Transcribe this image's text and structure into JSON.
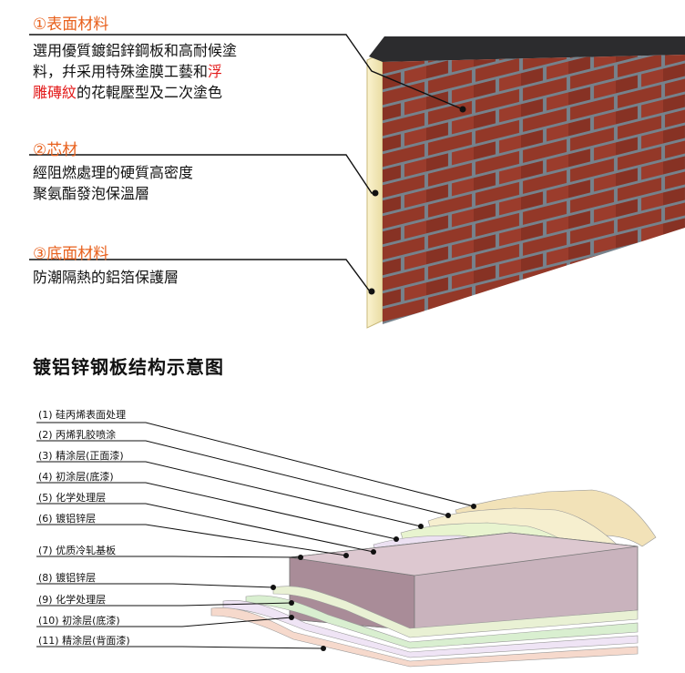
{
  "panel": {
    "sections": [
      {
        "title": "①表面材料",
        "lines": [
          "選用優質鍍鋁鋅鋼板和高耐候塗",
          "料，幷采用特殊塗膜工藝和",
          "雕磚紋",
          "的花輥壓型及二次塗色"
        ],
        "highlight_a": "浮",
        "highlight_b": "雕磚紋"
      },
      {
        "title": "②芯材",
        "lines": [
          "經阻燃處理的硬質高密度",
          "聚氨酯發泡保溫層"
        ]
      },
      {
        "title": "③底面材料",
        "lines": [
          "防潮隔熱的鋁箔保護層"
        ]
      }
    ]
  },
  "diagram": {
    "heading": "镀铝锌钢板结构示意图",
    "layers": [
      "(1) 硅丙烯表面处理",
      "(2) 丙烯乳胶喷涂",
      "(3) 精涂层(正面漆)",
      "(4) 初涂层(底漆)",
      "(5) 化学处理层",
      "(6) 镀铝锌层",
      "(7) 优质冷轧基板",
      "(8) 镀铝锌层",
      "(9) 化学处理层",
      "(10) 初涂层(底漆)",
      "(11) 精涂层(背面漆)"
    ]
  },
  "colors": {
    "accent": "#e8601c",
    "highlight": "#e31a1a",
    "brick": "#9b3b2b",
    "mortar": "#7d8a94",
    "core": "#f3e7b0",
    "substrate": "#cbb3be"
  }
}
